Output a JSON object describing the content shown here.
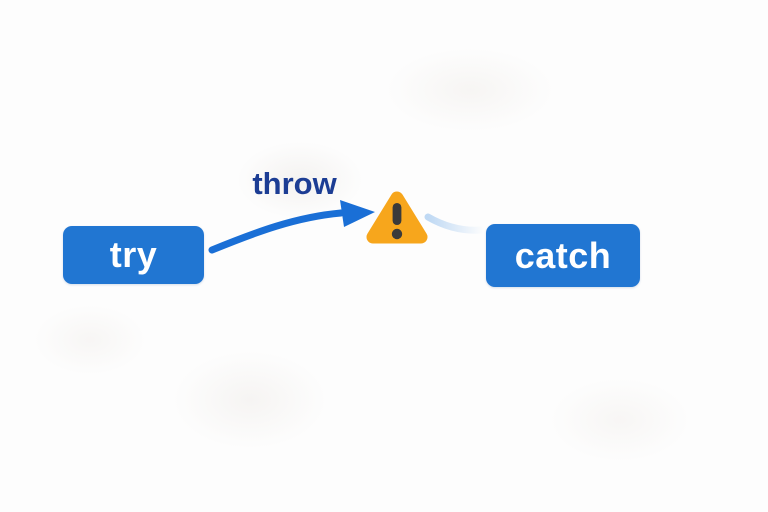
{
  "diagram": {
    "try_node": {
      "label": "try"
    },
    "catch_node": {
      "label": "catch"
    },
    "edge": {
      "label": "throw"
    },
    "warning": {
      "icon": "warning-triangle-icon",
      "glyph": "!"
    }
  },
  "colors": {
    "background": "#FDFDFD",
    "node_fill": "#2176D2",
    "node_text": "#FFFFFF",
    "arrow": "#1A6FD6",
    "edge_label": "#1C3D94",
    "warning_fill": "#F7A61C",
    "warning_mark": "#3A3A3A",
    "faint_arc": "#BCD7F3"
  }
}
